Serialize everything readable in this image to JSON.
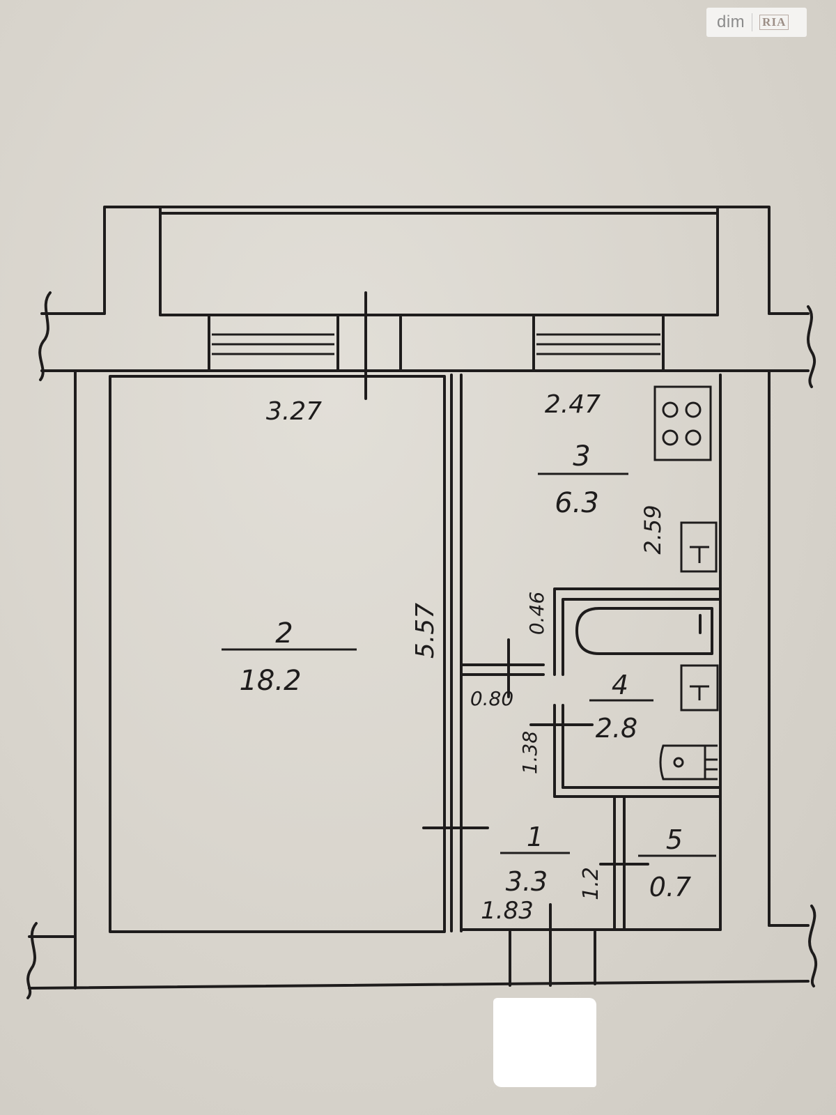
{
  "watermark": {
    "brand": "dim",
    "sub_brand": "RIA"
  },
  "rooms": [
    {
      "number": "1",
      "area": "3.3"
    },
    {
      "number": "2",
      "area": "18.2"
    },
    {
      "number": "3",
      "area": "6.3"
    },
    {
      "number": "4",
      "area": "2.8"
    },
    {
      "number": "5",
      "area": "0.7"
    }
  ],
  "dimensions": {
    "room2_width": "3.27",
    "room3_width": "2.47",
    "room3_depth": "2.59",
    "room2_depth": "5.57",
    "bath_offset": "0.46",
    "hall_gap": "0.80",
    "hall_depth": "1.38",
    "hall_width": "1.83",
    "closet_depth": "1.2"
  },
  "colors": {
    "ink": "#1e1c1c",
    "paper": "#dcd9d2"
  }
}
